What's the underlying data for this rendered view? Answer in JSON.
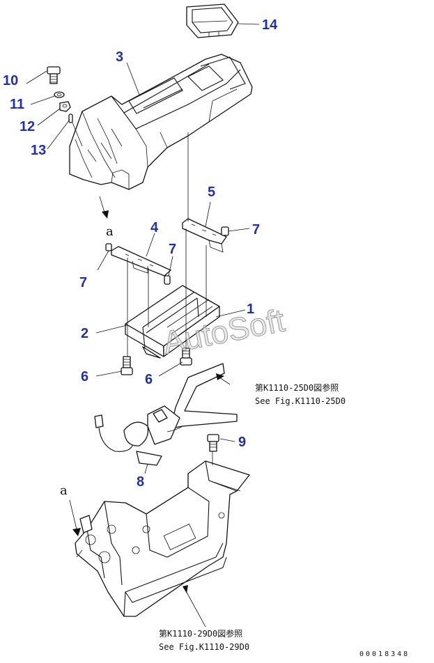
{
  "diagram": {
    "callouts": [
      {
        "id": "c1",
        "label": "1"
      },
      {
        "id": "c2",
        "label": "2"
      },
      {
        "id": "c3",
        "label": "3"
      },
      {
        "id": "c4",
        "label": "4"
      },
      {
        "id": "c5",
        "label": "5"
      },
      {
        "id": "c6a",
        "label": "6"
      },
      {
        "id": "c6b",
        "label": "6"
      },
      {
        "id": "c7a",
        "label": "7"
      },
      {
        "id": "c7b",
        "label": "7"
      },
      {
        "id": "c7c",
        "label": "7"
      },
      {
        "id": "c8",
        "label": "8"
      },
      {
        "id": "c9",
        "label": "9"
      },
      {
        "id": "c10",
        "label": "10"
      },
      {
        "id": "c11",
        "label": "11"
      },
      {
        "id": "c12",
        "label": "12"
      },
      {
        "id": "c13",
        "label": "13"
      },
      {
        "id": "c14",
        "label": "14"
      }
    ],
    "reference_letters": [
      "a",
      "a"
    ],
    "references": {
      "ref_25d0_jp": "第K1110-25D0図参照",
      "ref_25d0_en": "See Fig.K1110-25D0",
      "ref_29d0_jp": "第K1110-29D0図参照",
      "ref_29d0_en": "See Fig.K1110-29D0"
    },
    "watermark": "AutoSoft",
    "drawing_code": "00018348",
    "callout_color": "#1f2fb4"
  }
}
